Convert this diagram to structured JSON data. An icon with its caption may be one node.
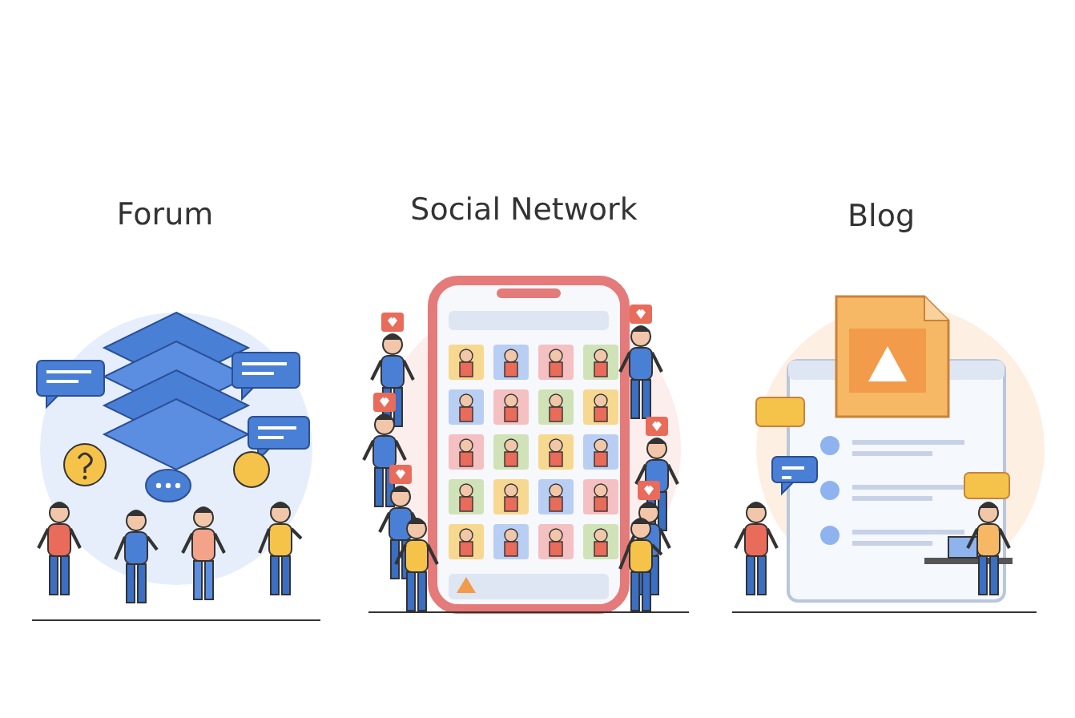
{
  "diagram": {
    "labels": [
      "Forum",
      "Social Network",
      "Blog"
    ]
  }
}
